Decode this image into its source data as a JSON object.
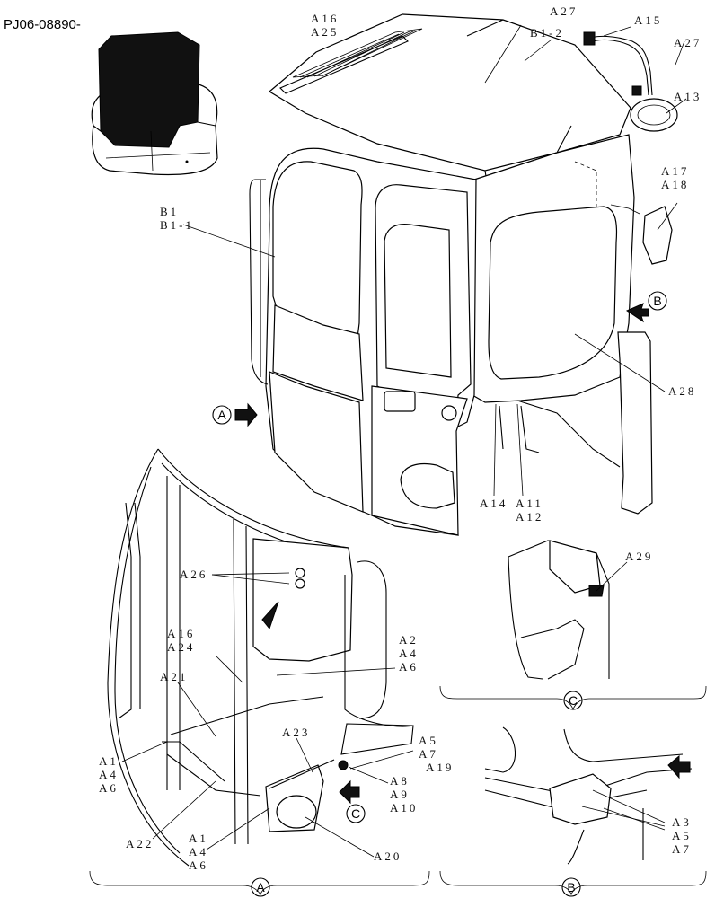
{
  "drawing_id": "PJ06-08890-",
  "section_markers": {
    "a": "A",
    "b": "B",
    "c": "C"
  },
  "labels": {
    "a16_a25": [
      "A16",
      "A25"
    ],
    "a27_top": [
      "A27"
    ],
    "b1_2": [
      "B1-2"
    ],
    "a15": [
      "A15"
    ],
    "a27_right": [
      "A27"
    ],
    "a13": [
      "A13"
    ],
    "a17_a18": [
      "A17",
      "A18"
    ],
    "b1": [
      "B1",
      "B1-1"
    ],
    "a28": [
      "A28"
    ],
    "a14": [
      "A14"
    ],
    "a11_a12": [
      "A11",
      "A12"
    ],
    "a29": [
      "A29"
    ],
    "a26": [
      "A26"
    ],
    "a16_a24": [
      "A16",
      "A24"
    ],
    "a2_a4_a6": [
      "A2",
      "A4",
      "A6"
    ],
    "a21": [
      "A21"
    ],
    "a1_a4_a6_upper": [
      "A1",
      "A4",
      "A6"
    ],
    "a23": [
      "A23"
    ],
    "a5_a7_a19": [
      "A5",
      "A7",
      "A19"
    ],
    "a8_a9_a10": [
      "A8",
      "A9",
      "A10"
    ],
    "a22": [
      "A22"
    ],
    "a1_a4_a6_lower": [
      "A1",
      "A4",
      "A6"
    ],
    "a20": [
      "A20"
    ],
    "a3_a5_a7": [
      "A3",
      "A5",
      "A7"
    ]
  }
}
